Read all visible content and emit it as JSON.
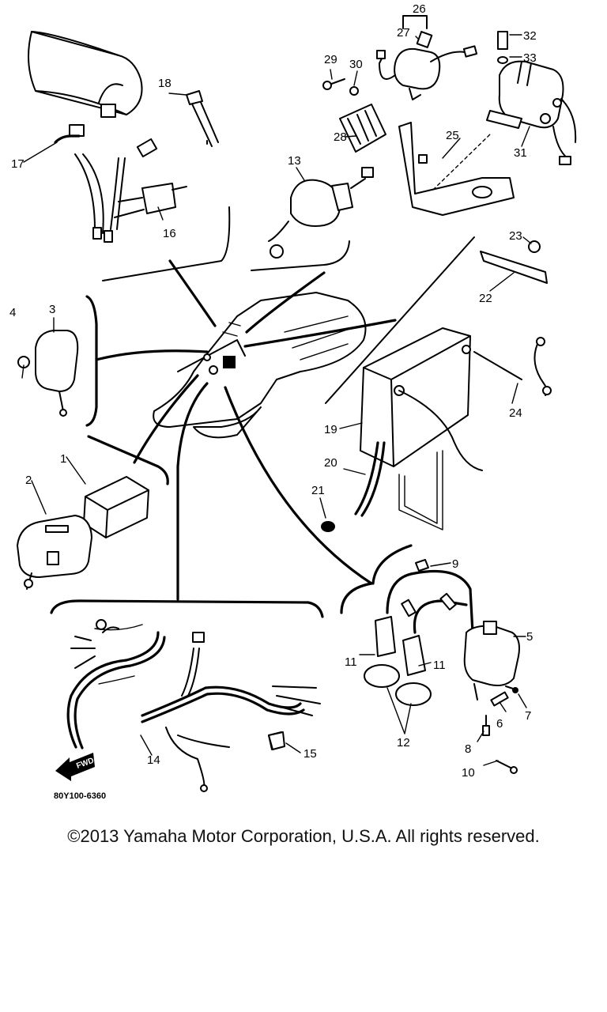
{
  "diagram": {
    "code": "80Y100-6360",
    "fwd": "FWD",
    "labels": {
      "l1": "1",
      "l2": "2",
      "l3": "3",
      "l4": "4",
      "l5": "5",
      "l6": "6",
      "l7": "7",
      "l8": "8",
      "l9": "9",
      "l10": "10",
      "l11a": "11",
      "l11b": "11",
      "l12": "12",
      "l13": "13",
      "l14": "14",
      "l15": "15",
      "l16": "16",
      "l17": "17",
      "l18": "18",
      "l19": "19",
      "l20": "20",
      "l21": "21",
      "l22": "22",
      "l23": "23",
      "l24": "24",
      "l25": "25",
      "l26": "26",
      "l27": "27",
      "l28": "28",
      "l29": "29",
      "l30": "30",
      "l31": "31",
      "l32": "32",
      "l33": "33"
    }
  },
  "copyright": "©2013 Yamaha Motor Corporation, U.S.A. All rights reserved."
}
